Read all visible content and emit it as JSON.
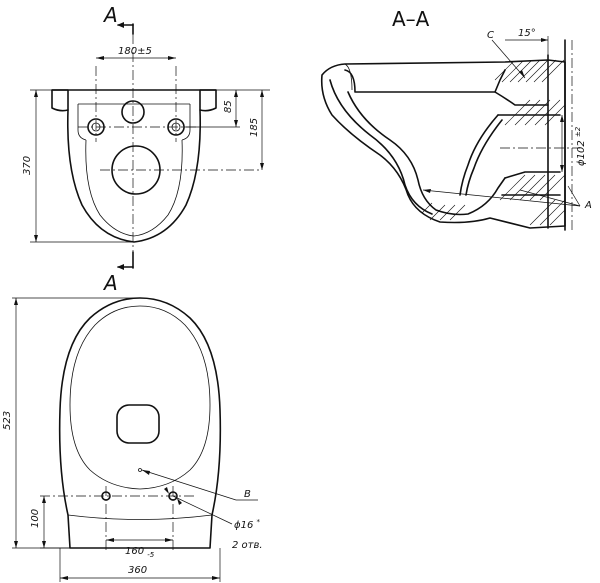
{
  "section_marks": {
    "top": "A",
    "bottom": "A",
    "section_title": "A–A",
    "label_C": "C",
    "label_A": "A",
    "label_B": "B"
  },
  "dimensions": {
    "width_180": "180±5",
    "height_85": "85",
    "height_185": "185",
    "height_370": "370",
    "angle_15": "15°",
    "dia_102": "ϕ102",
    "dia_102_sup": "±2",
    "height_523": "523",
    "height_100": "100",
    "width_160": "160",
    "width_160_sub": "-5",
    "width_360": "360",
    "dia_16": "ϕ16",
    "dia_16_sup": "*",
    "holes_count": "2 отв."
  }
}
